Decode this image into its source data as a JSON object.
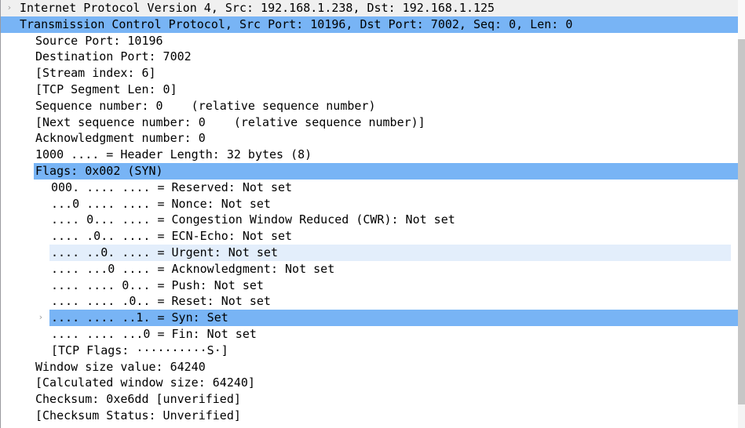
{
  "app": {
    "pane": "packet-details",
    "colors": {
      "selection_blue": "#78b4f5",
      "hover_blue": "#e3eefb",
      "inactive_selection": "#f0f0f0",
      "text": "#000000",
      "scrollbar_thumb": "#c6c6c6"
    }
  },
  "icons": {
    "collapsed": "›",
    "expanded": "ⱟ"
  },
  "tree": {
    "rows": [
      {
        "label": "Internet Protocol Version 4, Src: 192.168.1.238, Dst: 192.168.1.125",
        "indent": 0,
        "twisty": "collapsed",
        "state": "inactive-selected",
        "name": "tree-row-ipv4"
      },
      {
        "label": "Transmission Control Protocol, Src Port: 10196, Dst Port: 7002, Seq: 0, Len: 0",
        "indent": 0,
        "twisty": "expanded",
        "state": "selected",
        "name": "tree-row-tcp"
      },
      {
        "label": "Source Port: 10196",
        "indent": 2,
        "twisty": "none",
        "state": "normal",
        "name": "tree-row-source-port"
      },
      {
        "label": "Destination Port: 7002",
        "indent": 2,
        "twisty": "none",
        "state": "normal",
        "name": "tree-row-destination-port"
      },
      {
        "label": "[Stream index: 6]",
        "indent": 2,
        "twisty": "none",
        "state": "normal",
        "name": "tree-row-stream-index"
      },
      {
        "label": "[TCP Segment Len: 0]",
        "indent": 2,
        "twisty": "none",
        "state": "normal",
        "name": "tree-row-tcp-segment-len"
      },
      {
        "label": "Sequence number: 0    (relative sequence number)",
        "indent": 2,
        "twisty": "none",
        "state": "normal",
        "name": "tree-row-sequence-number"
      },
      {
        "label": "[Next sequence number: 0    (relative sequence number)]",
        "indent": 2,
        "twisty": "none",
        "state": "normal",
        "name": "tree-row-next-sequence-number"
      },
      {
        "label": "Acknowledgment number: 0",
        "indent": 2,
        "twisty": "none",
        "state": "normal",
        "name": "tree-row-acknowledgment-number"
      },
      {
        "label": "1000 .... = Header Length: 32 bytes (8)",
        "indent": 2,
        "twisty": "none",
        "state": "normal",
        "name": "tree-row-header-length"
      },
      {
        "label": "Flags: 0x002 (SYN)",
        "indent": 2,
        "twisty": "expanded",
        "state": "selected-indent2",
        "name": "tree-row-flags"
      },
      {
        "label": "000. .... .... = Reserved: Not set",
        "indent": 3,
        "twisty": "none",
        "state": "normal",
        "name": "tree-row-flag-reserved"
      },
      {
        "label": "...0 .... .... = Nonce: Not set",
        "indent": 3,
        "twisty": "none",
        "state": "normal",
        "name": "tree-row-flag-nonce"
      },
      {
        "label": ".... 0... .... = Congestion Window Reduced (CWR): Not set",
        "indent": 3,
        "twisty": "none",
        "state": "normal",
        "name": "tree-row-flag-cwr"
      },
      {
        "label": ".... .0.. .... = ECN-Echo: Not set",
        "indent": 3,
        "twisty": "none",
        "state": "normal",
        "name": "tree-row-flag-ecn-echo"
      },
      {
        "label": ".... ..0. .... = Urgent: Not set",
        "indent": 3,
        "twisty": "none",
        "state": "hover",
        "name": "tree-row-flag-urgent"
      },
      {
        "label": ".... ...0 .... = Acknowledgment: Not set",
        "indent": 3,
        "twisty": "none",
        "state": "normal",
        "name": "tree-row-flag-acknowledgment"
      },
      {
        "label": ".... .... 0... = Push: Not set",
        "indent": 3,
        "twisty": "none",
        "state": "normal",
        "name": "tree-row-flag-push"
      },
      {
        "label": ".... .... .0.. = Reset: Not set",
        "indent": 3,
        "twisty": "none",
        "state": "normal",
        "name": "tree-row-flag-reset"
      },
      {
        "label": ".... .... ..1. = Syn: Set",
        "indent": 3,
        "twisty": "collapsed",
        "state": "selected-indent3",
        "name": "tree-row-flag-syn"
      },
      {
        "label": ".... .... ...0 = Fin: Not set",
        "indent": 3,
        "twisty": "none",
        "state": "normal",
        "name": "tree-row-flag-fin"
      },
      {
        "label": "[TCP Flags: ··········S·]",
        "indent": 3,
        "twisty": "none",
        "state": "normal",
        "name": "tree-row-tcp-flags-summary"
      },
      {
        "label": "Window size value: 64240",
        "indent": 2,
        "twisty": "none",
        "state": "normal",
        "name": "tree-row-window-size-value"
      },
      {
        "label": "[Calculated window size: 64240]",
        "indent": 2,
        "twisty": "none",
        "state": "normal",
        "name": "tree-row-calculated-window-size"
      },
      {
        "label": "Checksum: 0xe6dd [unverified]",
        "indent": 2,
        "twisty": "none",
        "state": "normal",
        "name": "tree-row-checksum"
      },
      {
        "label": "[Checksum Status: Unverified]",
        "indent": 2,
        "twisty": "none",
        "state": "normal",
        "name": "tree-row-checksum-status"
      }
    ]
  }
}
